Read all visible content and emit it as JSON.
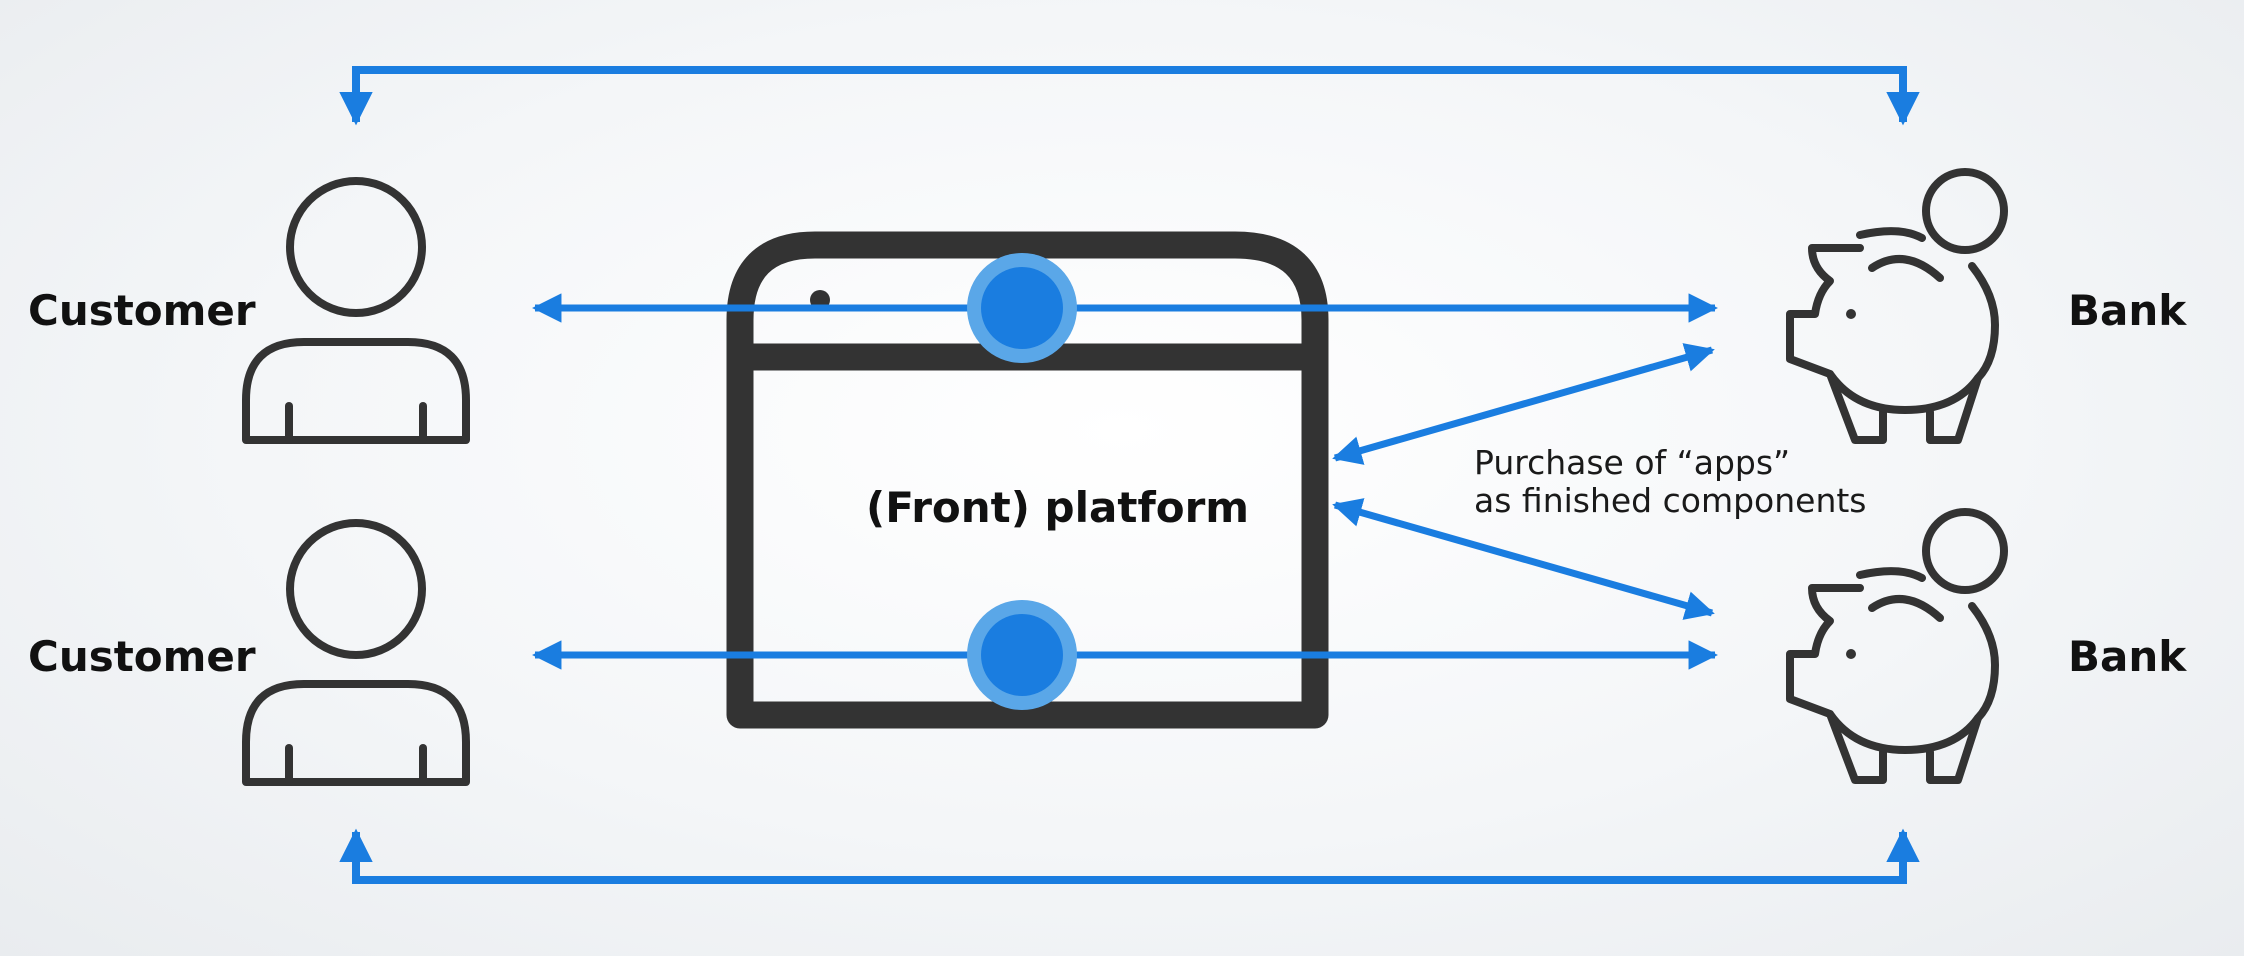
{
  "labels": {
    "customer_top": "Customer",
    "customer_bottom": "Customer",
    "bank_top": "Bank",
    "bank_bottom": "Bank",
    "platform": "(Front) platform",
    "purchase_line1": "Purchase of “apps”",
    "purchase_line2": "as finished components"
  },
  "colors": {
    "arrow": "#1a7de0",
    "icon": "#333333",
    "node_outer": "#5aa7e8",
    "node_inner": "#1a7de0"
  },
  "icons": [
    "person-icon",
    "piggy-bank-icon",
    "browser-window-icon"
  ]
}
